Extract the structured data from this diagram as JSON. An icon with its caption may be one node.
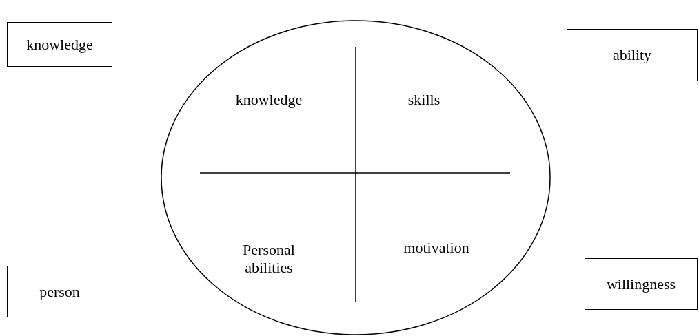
{
  "diagram": {
    "nodes": [
      {
        "text": [
          "knowledge"
        ]
      },
      {
        "text": [
          "knowledge",
          "skills",
          "Personal abilities",
          "motivation"
        ]
      },
      {
        "text": [
          "ability"
        ]
      },
      {
        "text": [
          "person"
        ]
      },
      {
        "text": [
          "willingness"
        ]
      }
    ]
  }
}
